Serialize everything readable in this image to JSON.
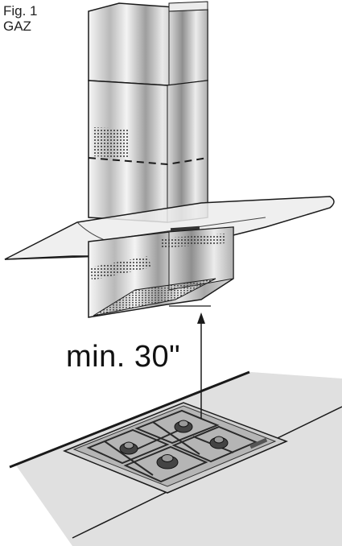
{
  "figure": {
    "number": "Fig. 1",
    "variant": "GAZ"
  },
  "dimension": {
    "label": "min. 30\""
  },
  "colors": {
    "outline": "#1a1a1a",
    "steel_light": "#f2f2f2",
    "steel_mid": "#c9c9c9",
    "steel_dark": "#8a8a8a",
    "glass": "#e6e6e6",
    "counter": "#dedede",
    "hob": "#bdbdbd"
  }
}
